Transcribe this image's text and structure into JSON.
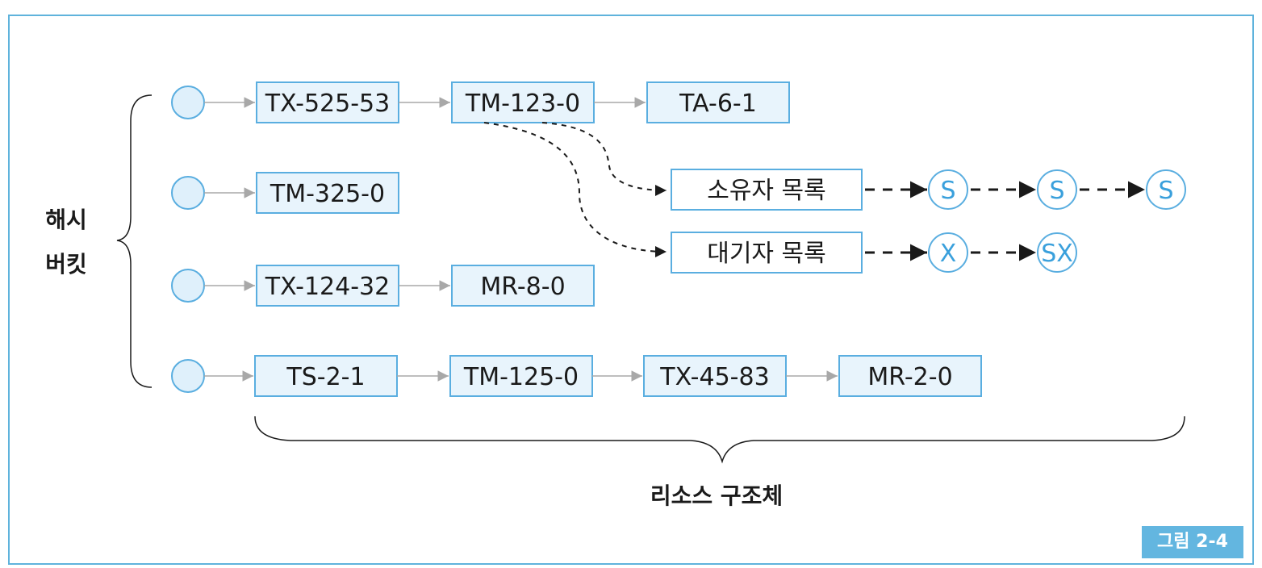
{
  "hash_bucket_label": [
    "해시",
    "버킷"
  ],
  "resource_structure_label": "리소스 구조체",
  "rows": [
    {
      "nodes": [
        "TX-525-53",
        "TM-123-0",
        "TA-6-1"
      ]
    },
    {
      "nodes": [
        "TM-325-0"
      ]
    },
    {
      "nodes": [
        "TX-124-32",
        "MR-8-0"
      ]
    },
    {
      "nodes": [
        "TS-2-1",
        "TM-125-0",
        "TX-45-83",
        "MR-2-0"
      ]
    }
  ],
  "owner_list": {
    "label": "소유자 목록",
    "locks": [
      "S",
      "S",
      "S"
    ]
  },
  "waiter_list": {
    "label": "대기자 목록",
    "locks": [
      "X",
      "SX"
    ]
  },
  "figure_tag": "그림 2-4",
  "colors": {
    "accent": "#5aaee0",
    "lock_text": "#3aa0dc",
    "tag_bg": "#63b6e0"
  }
}
